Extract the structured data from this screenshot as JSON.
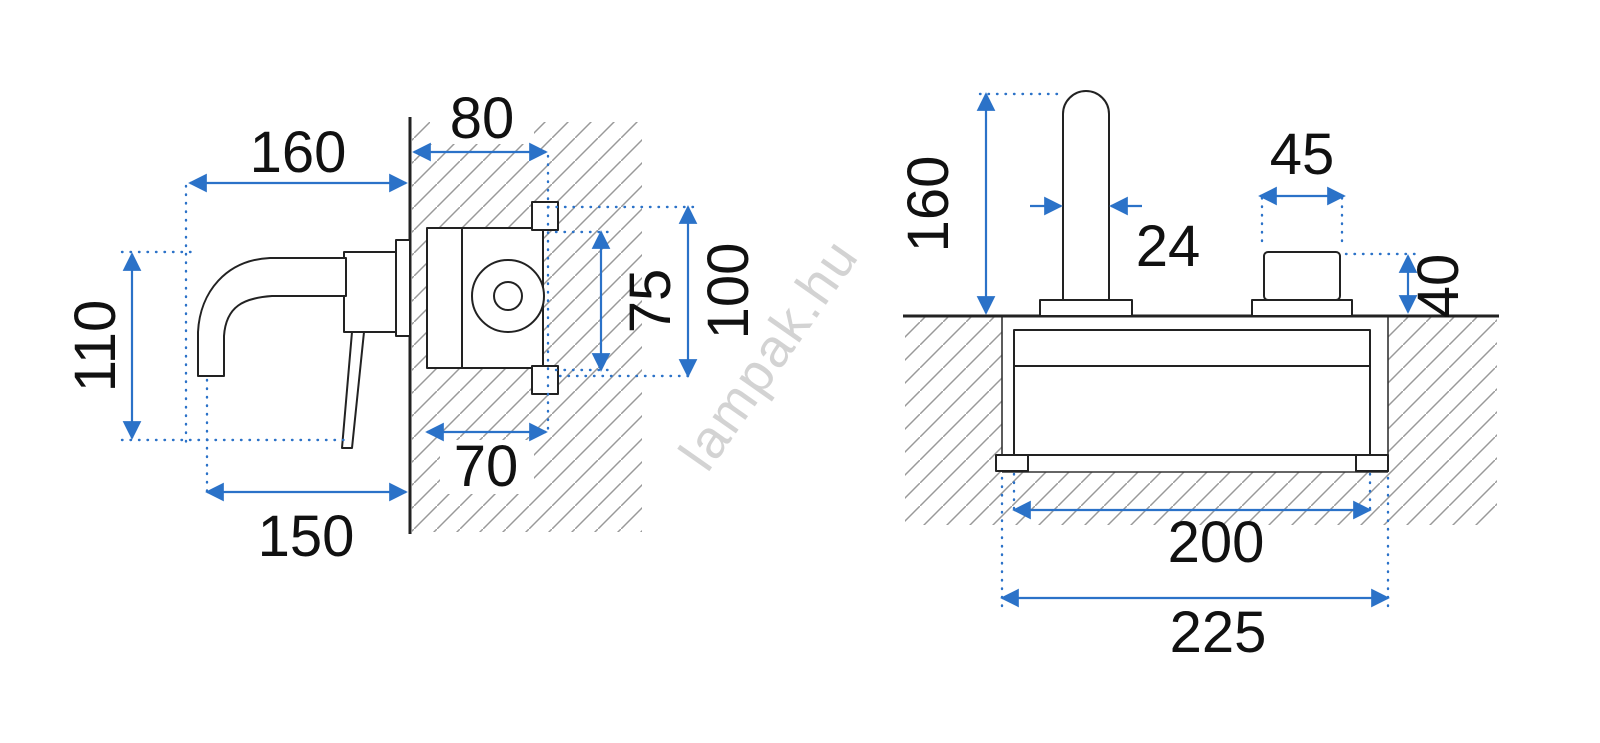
{
  "watermark": {
    "text": "lampak.hu"
  },
  "colors": {
    "dimension_blue": "#2b72c8",
    "line_black": "#222222",
    "hatch_gray": "#999999",
    "watermark_gray": "#c9c9c9",
    "background": "#ffffff"
  },
  "left_view": {
    "dimensions": {
      "width_160": "160",
      "wall_depth_80": "80",
      "height_110": "110",
      "box_height_75": "75",
      "box_height_100": "100",
      "box_width_70": "70",
      "spout_reach_150": "150"
    }
  },
  "right_view": {
    "dimensions": {
      "spout_height_160": "160",
      "spout_width_24": "24",
      "handle_width_45": "45",
      "handle_height_40": "40",
      "body_width_200": "200",
      "overall_width_225": "225"
    }
  }
}
